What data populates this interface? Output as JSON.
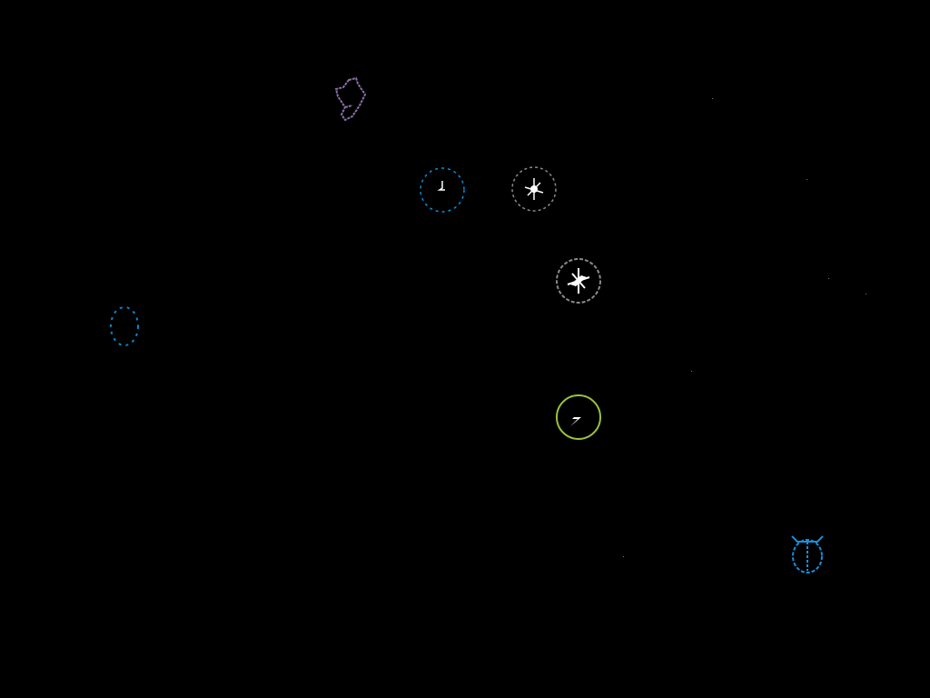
{
  "colors": {
    "background": "#000000",
    "scroll": "#8a6fa8",
    "blue_orb": "#0a8fd6",
    "grey_orb": "#8a8a8a",
    "green_orb": "#9bc23c",
    "beetle": "#1a8fd8",
    "egg": "#0a85c8",
    "glyph": "#ffffff"
  },
  "sprites": [
    {
      "id": "scroll",
      "icon": "scroll-icon"
    },
    {
      "id": "blue-orb",
      "icon": "spark-orb-icon"
    },
    {
      "id": "grey-orb-1",
      "icon": "star-orb-icon"
    },
    {
      "id": "grey-orb-2",
      "icon": "star-orb-icon"
    },
    {
      "id": "green-orb",
      "icon": "lightning-orb-icon"
    },
    {
      "id": "egg",
      "icon": "egg-icon"
    },
    {
      "id": "beetle",
      "icon": "beetle-icon"
    }
  ]
}
